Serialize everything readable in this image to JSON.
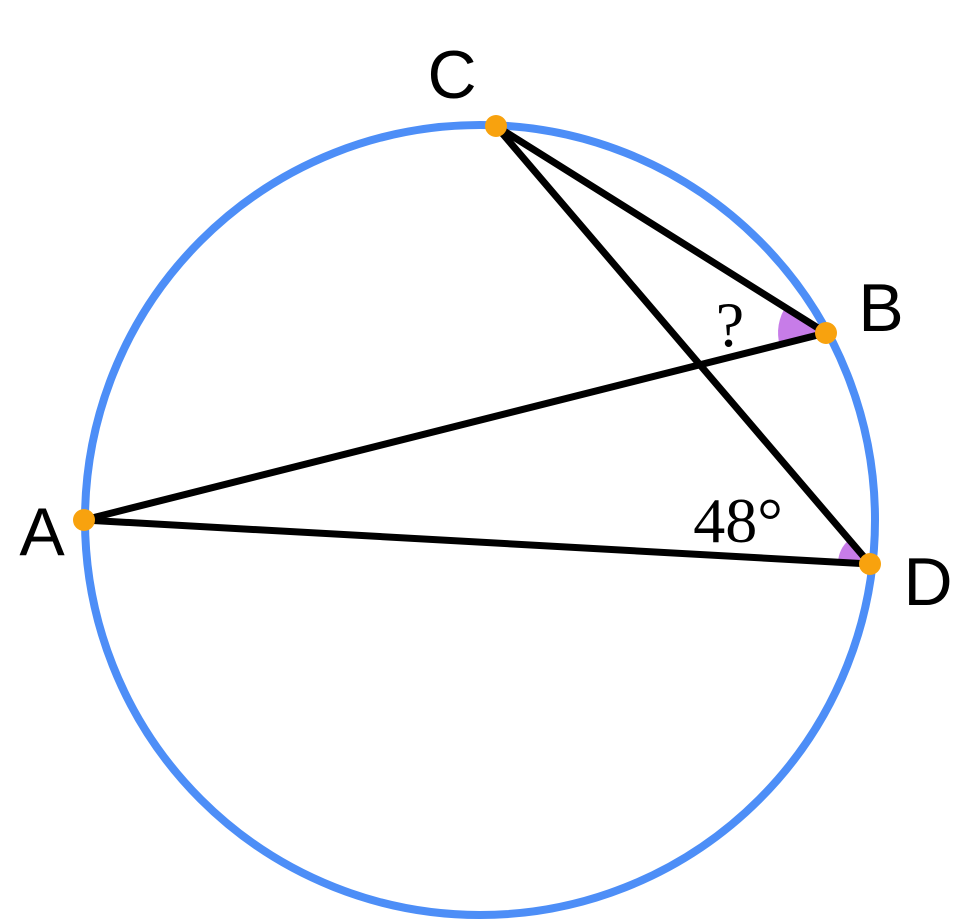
{
  "colors": {
    "circle": "#4d8ef7",
    "segment": "#000000",
    "point": "#f8a20e",
    "angle_fill": "#c77ce8"
  },
  "points": {
    "A": "A",
    "B": "B",
    "C": "C",
    "D": "D"
  },
  "angles": {
    "at_B": "?",
    "at_D": "48°"
  }
}
